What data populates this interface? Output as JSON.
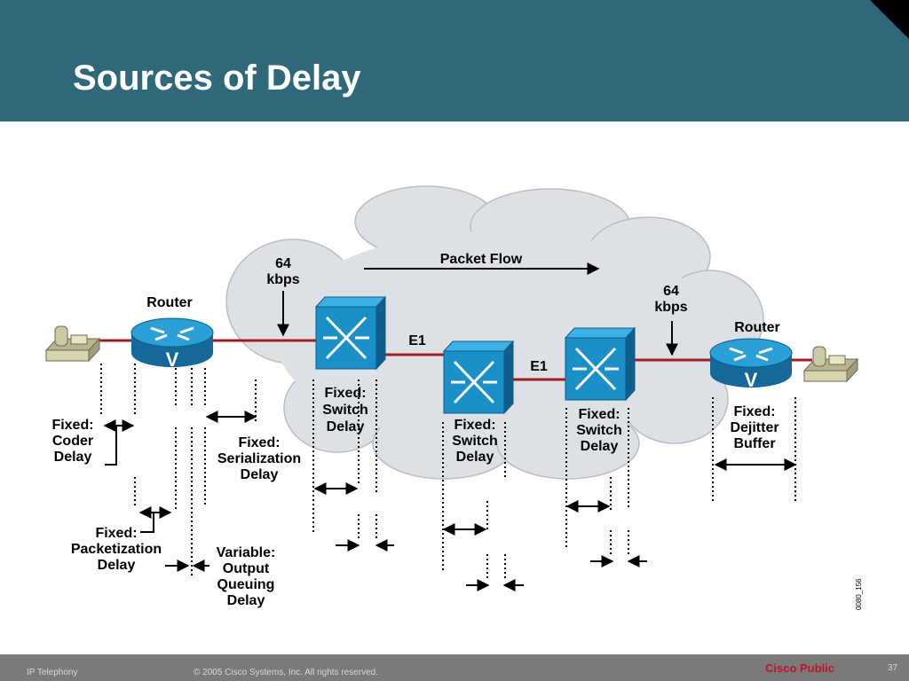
{
  "slide": {
    "title": "Sources of Delay"
  },
  "diagram": {
    "packet_flow": "Packet Flow",
    "speed_left": [
      "64",
      "kbps"
    ],
    "speed_right": [
      "64",
      "kbps"
    ],
    "router_left": "Router",
    "router_right": "Router",
    "link_e1_a": "E1",
    "link_e1_b": "E1",
    "switch_delay_1": [
      "Fixed:",
      "Switch",
      "Delay"
    ],
    "switch_delay_2": [
      "Fixed:",
      "Switch",
      "Delay"
    ],
    "switch_delay_3": [
      "Fixed:",
      "Switch",
      "Delay"
    ],
    "coder_delay": [
      "Fixed:",
      "Coder",
      "Delay"
    ],
    "serialization_delay": [
      "Fixed:",
      "Serialization",
      "Delay"
    ],
    "packetization_delay": [
      "Fixed:",
      "Packetization",
      "Delay"
    ],
    "queuing_delay": [
      "Variable:",
      "Output",
      "Queuing",
      "Delay"
    ],
    "dejitter_buffer": [
      "Fixed:",
      "Dejitter",
      "Buffer"
    ],
    "figure_code": "0080_156",
    "colors": {
      "link": "#a21d22",
      "device_blue": "#1a8fc8",
      "cloud": "#dde1e6"
    }
  },
  "footer": {
    "course": "IP Telephony",
    "copyright": "© 2005 Cisco Systems, Inc. All rights reserved.",
    "classification": "Cisco Public",
    "page": "37"
  }
}
